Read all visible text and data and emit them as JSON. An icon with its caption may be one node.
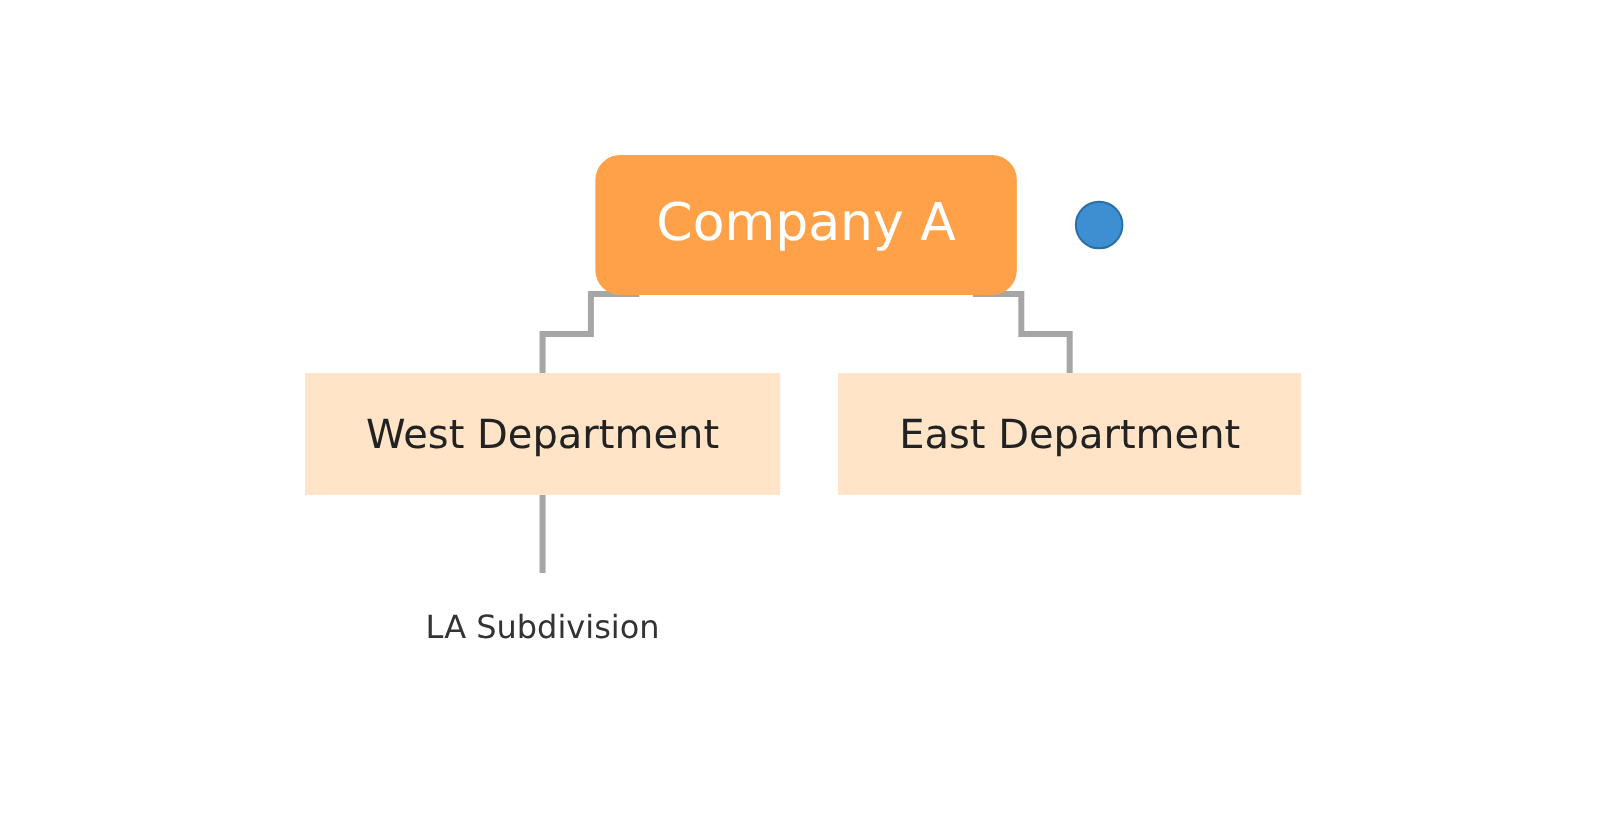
{
  "diagram": {
    "nodes": [
      {
        "text": [
          "Company A"
        ]
      },
      {
        "text": [],
        "shape": "person"
      },
      {
        "text": [
          "West Department"
        ]
      },
      {
        "text": [
          "East Department"
        ]
      },
      {
        "text": [
          "LA Subdivision"
        ]
      }
    ],
    "edges": [
      {
        "from": 0,
        "to": 2,
        "arrow": "none"
      },
      {
        "from": 0,
        "to": 3,
        "arrow": "none"
      },
      {
        "from": 2,
        "to": 4,
        "arrow": "none"
      }
    ]
  }
}
